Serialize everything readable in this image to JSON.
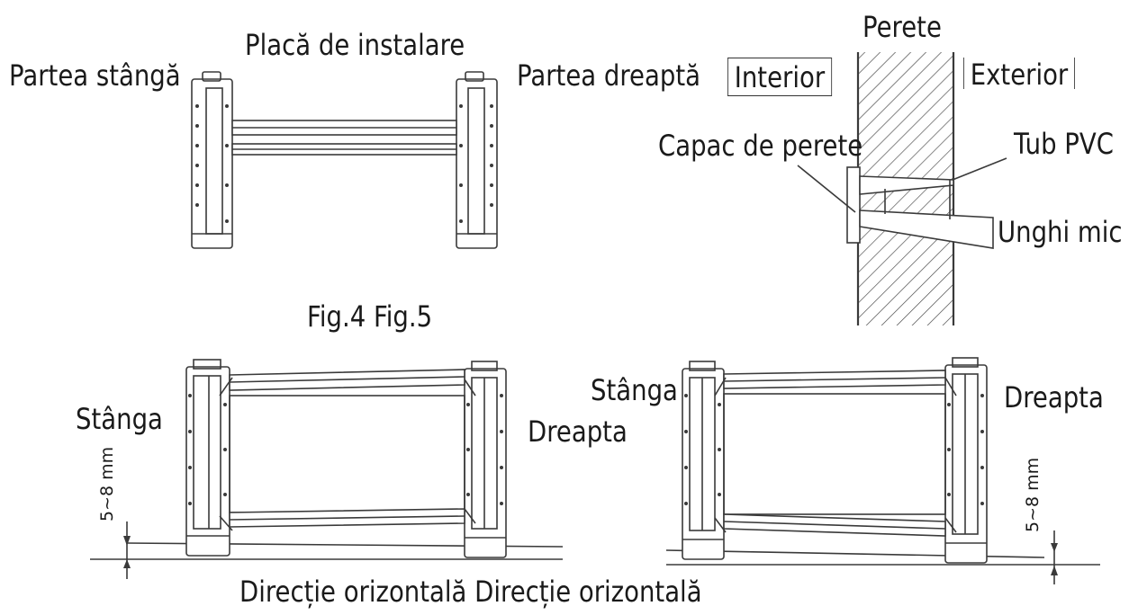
{
  "fig4": {
    "plate_label": "Placă de instalare",
    "left_label": "Partea stângă",
    "right_label": "Partea dreaptă"
  },
  "fig5": {
    "wall_label": "Perete",
    "interior_label": "Interior",
    "exterior_label": "Exterior",
    "wall_cap_label": "Capac de perete",
    "pvc_label": "Tub PVC",
    "angle_label": "Unghi mic"
  },
  "caption": "Fig.4 Fig.5",
  "left_diagram": {
    "left_label": "Stânga",
    "right_label": "Dreapta",
    "gap_label": "5~8 mm"
  },
  "right_diagram": {
    "left_label": "Stânga",
    "right_label": "Dreapta",
    "gap_label": "5~8 mm"
  },
  "bottom_caption": "Direcție orizontală Direcție orizontală"
}
